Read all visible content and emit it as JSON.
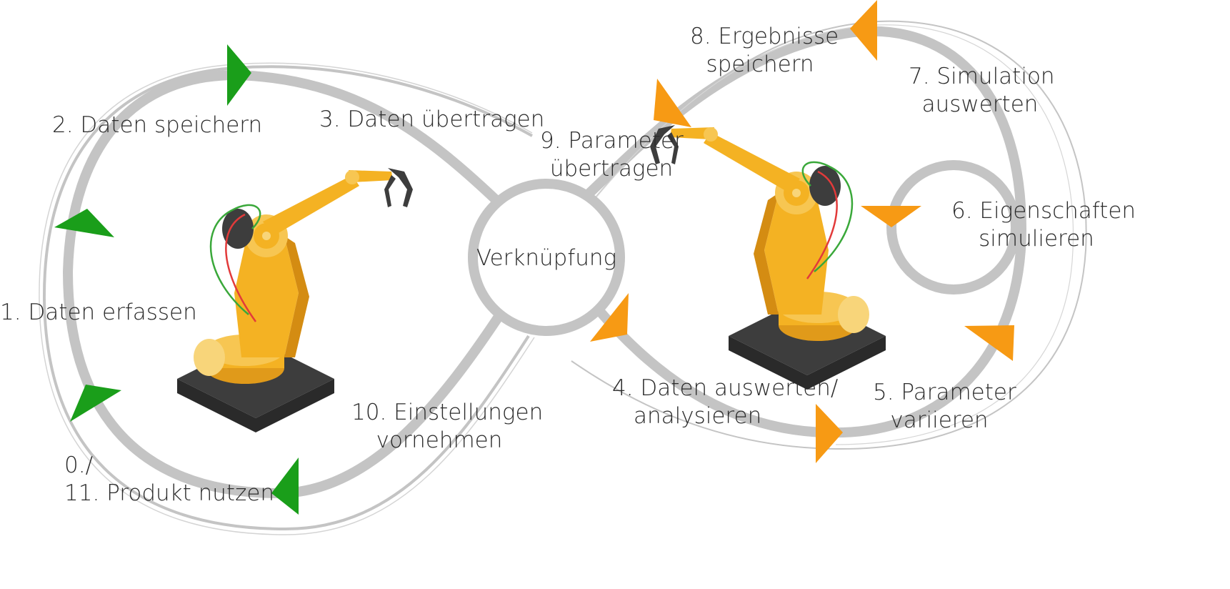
{
  "hub": {
    "label": "Verknüpfung"
  },
  "steps": {
    "step0": {
      "line1": "0./",
      "line2": "11. Produkt nutzen"
    },
    "step1": {
      "label": "1.  Daten erfassen"
    },
    "step2": {
      "label": "2. Daten speichern"
    },
    "step3": {
      "label": "3. Daten übertragen"
    },
    "step4": {
      "line1": "4. Daten auswerten/",
      "line2": "analysieren"
    },
    "step5": {
      "line1": "5. Parameter",
      "line2": "variieren"
    },
    "step6": {
      "line1": "6. Eigenschaften",
      "line2": "simulieren"
    },
    "step7": {
      "line1": "7. Simulation",
      "line2": "auswerten"
    },
    "step8": {
      "line1": "8. Ergebnisse",
      "line2": "speichern"
    },
    "step9": {
      "line1": "9. Parameter",
      "line2": "übertragen"
    },
    "step10": {
      "line1": "10. Einstellungen",
      "line2": "vornehmen"
    }
  },
  "colors": {
    "loop": "#c4c4c4",
    "physical_arrow": "#1a9e1a",
    "digital_arrow": "#f79a14",
    "robot_body": "#f4b223",
    "robot_base": "#3d3d3d",
    "text": "#2b2b2b"
  },
  "icons": {
    "left_robot": "robot-arm-icon",
    "right_robot": "robot-arm-icon"
  }
}
